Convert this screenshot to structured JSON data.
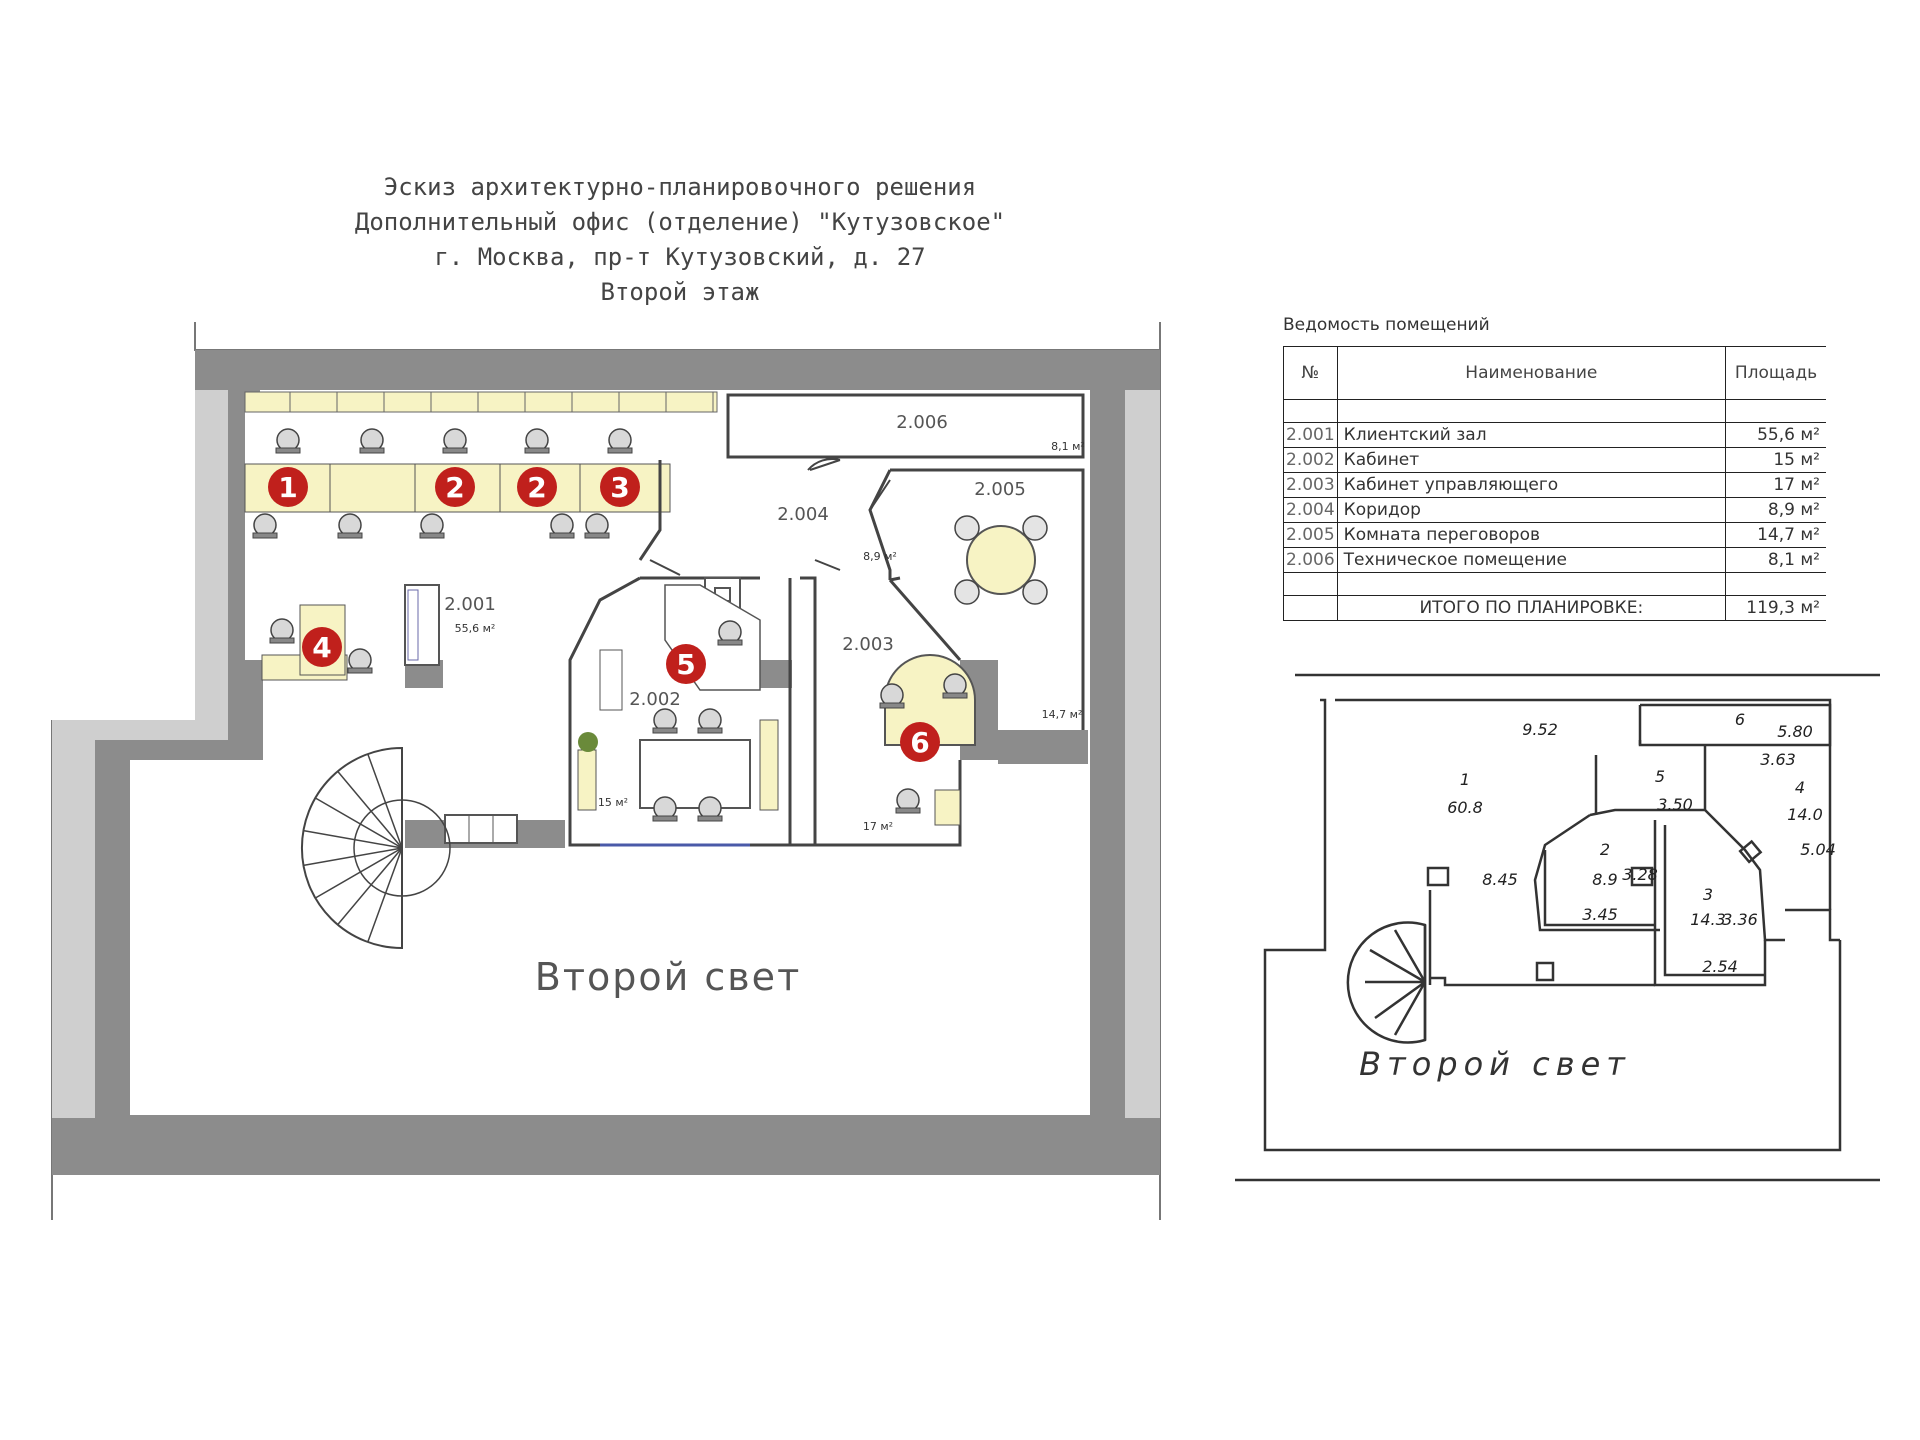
{
  "title_lines": [
    "Эскиз архитектурно-планировочного решения",
    "Дополнительный офис (отделение) \"Кутузовское\"",
    "г. Москва, пр-т Кутузовский, д. 27",
    "Второй этаж"
  ],
  "plan": {
    "second_light_label": "Второй свет",
    "rooms": [
      {
        "code": "2.001",
        "area": "55,6 м²"
      },
      {
        "code": "2.002",
        "area": "15 м²"
      },
      {
        "code": "2.003",
        "area": "17 м²"
      },
      {
        "code": "2.004",
        "area": "8,9 м²"
      },
      {
        "code": "2.005",
        "area": "14,7 м²"
      },
      {
        "code": "2.006",
        "area": "8,1 м²"
      }
    ],
    "markers": [
      "1",
      "2",
      "2",
      "3",
      "4",
      "5",
      "6"
    ]
  },
  "schedule": {
    "title": "Ведомость помещений",
    "headers": {
      "num": "№",
      "name": "Наименование",
      "area": "Площадь"
    },
    "rows": [
      {
        "num": "2.001",
        "name": "Клиентский зал",
        "area": "55,6 м²"
      },
      {
        "num": "2.002",
        "name": "Кабинет",
        "area": "15 м²"
      },
      {
        "num": "2.003",
        "name": "Кабинет управляющего",
        "area": "17 м²"
      },
      {
        "num": "2.004",
        "name": "Коридор",
        "area": "8,9 м²"
      },
      {
        "num": "2.005",
        "name": "Комната переговоров",
        "area": "14,7 м²"
      },
      {
        "num": "2.006",
        "name": "Техническое помещение",
        "area": "8,1 м²"
      }
    ],
    "total_label": "ИТОГО ПО ПЛАНИРОВКЕ:",
    "total_area": "119,3 м²"
  },
  "sketch": {
    "second_light_label": "Второй свет",
    "labels": [
      "9.52",
      "1",
      "60.8",
      "6",
      "5.80",
      "3.63",
      "5",
      "4",
      "14.0",
      "3.50",
      "2",
      "8.9",
      "3.28",
      "3.45",
      "8.45",
      "3",
      "14.3",
      "3.36",
      "2.54",
      "5.04"
    ]
  },
  "colors": {
    "wall": "#8c8c8c",
    "marker": "#c0201c",
    "furniture": "#f7f3c4"
  }
}
